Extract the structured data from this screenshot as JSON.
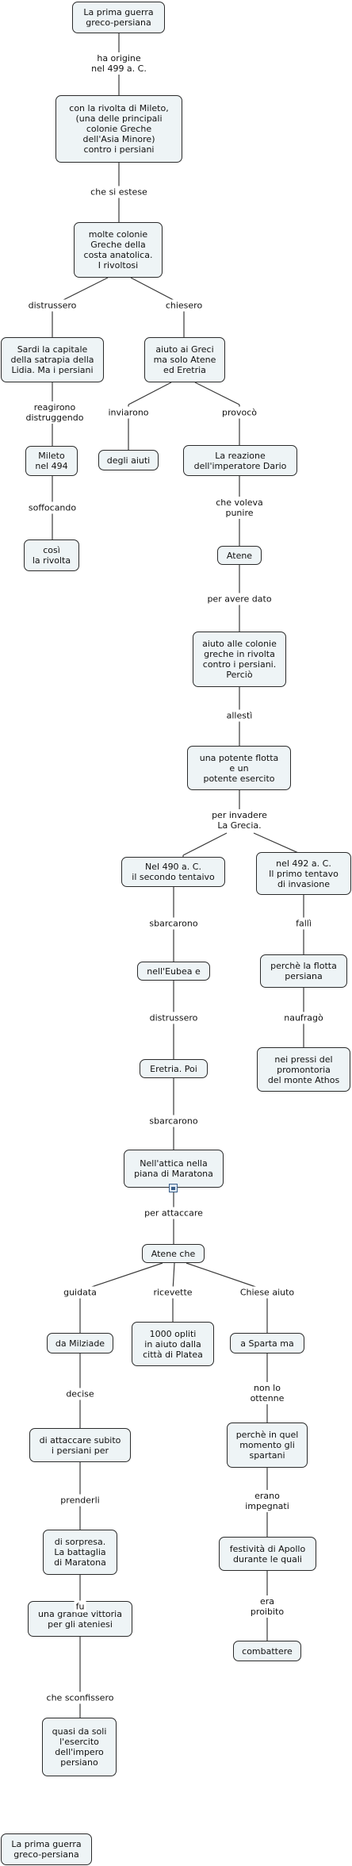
{
  "nodes": {
    "n1": "La prima guerra\ngreco-persiana",
    "n2": "con la rivolta di Mileto,\n(una delle principali\ncolonie Greche\ndell'Asia Minore)\ncontro i persiani",
    "n3": "molte colonie\nGreche della\ncosta anatolica.\nI rivoltosi",
    "n4": "Sardi la capitale\ndella satrapia della\nLidia. Ma i persiani",
    "n5": "aiuto ai Greci\nma solo Atene\ned Eretria",
    "n6": "Mileto\nnel 494",
    "n7": "così\nla rivolta",
    "n8": "degli aiuti",
    "n9": "La reazione\ndell'imperatore Dario",
    "n10": "Atene",
    "n11": "aiuto alle colonie\ngreche in rivolta\ncontro i persiani.\nPerciò",
    "n12": "una potente flotta\ne un\npotente esercito",
    "n13": "Nel 490 a. C.\nil secondo tentaivo",
    "n14": "nel 492 a. C.\nIl primo tentavo\ndi  invasione",
    "n15": "nell'Eubea e",
    "n16": "perchè la flotta\npersiana",
    "n17": "Eretria. Poi",
    "n18": "nei pressi del\npromontoria\ndel monte Athos",
    "n19": "Nell'attica nella\npiana di Maratona",
    "n20": "Atene che",
    "n21": "da Milziade",
    "n22": "1000 opliti\nin aiuto dalla\ncittà di Platea",
    "n23": "a Sparta ma",
    "n24": "di attaccare subito\ni persiani per",
    "n25": "perchè in quel\nmomento gli\nspartani",
    "n26": "di sorpresa.\nLa battaglia\ndi Maratona",
    "n27": "festività di Apollo\ndurante le quali",
    "n28": "una grande vittoria\nper gli ateniesi",
    "n29": "combattere",
    "n30": "quasi da soli\nl'esercito\ndell'impero\npersiano",
    "n31": "La prima guerra\ngreco-persiana"
  },
  "links": {
    "l1": "ha origine\nnel 499 a. C.",
    "l2": "che si estese",
    "l3": "distrussero",
    "l4": "chiesero",
    "l5": "reagirono\ndistruggendo",
    "l6": "soffocando",
    "l7": "inviarono",
    "l8": "provocò",
    "l9": "che voleva\npunire",
    "l10": "per avere dato",
    "l11": "allestì",
    "l12": "per invadere\nLa Grecia.",
    "l13": "sbarcarono",
    "l14": "fallì",
    "l15": "distrussero",
    "l16": "naufragò",
    "l17": "sbarcarono",
    "l18": "per attaccare",
    "l19": "guidata",
    "l20": "ricevette",
    "l21": "Chiese aiuto",
    "l22": "decise",
    "l23": "non lo\nottenne",
    "l24": "prenderli",
    "l25": "erano\nimpegnati",
    "l26": "fu",
    "l27": "era\nproibito",
    "l28": "che sconfissero"
  },
  "colors": {
    "node_fill": "#eef4f6",
    "border": "#2b2b2b",
    "line": "#3a3a3a"
  }
}
